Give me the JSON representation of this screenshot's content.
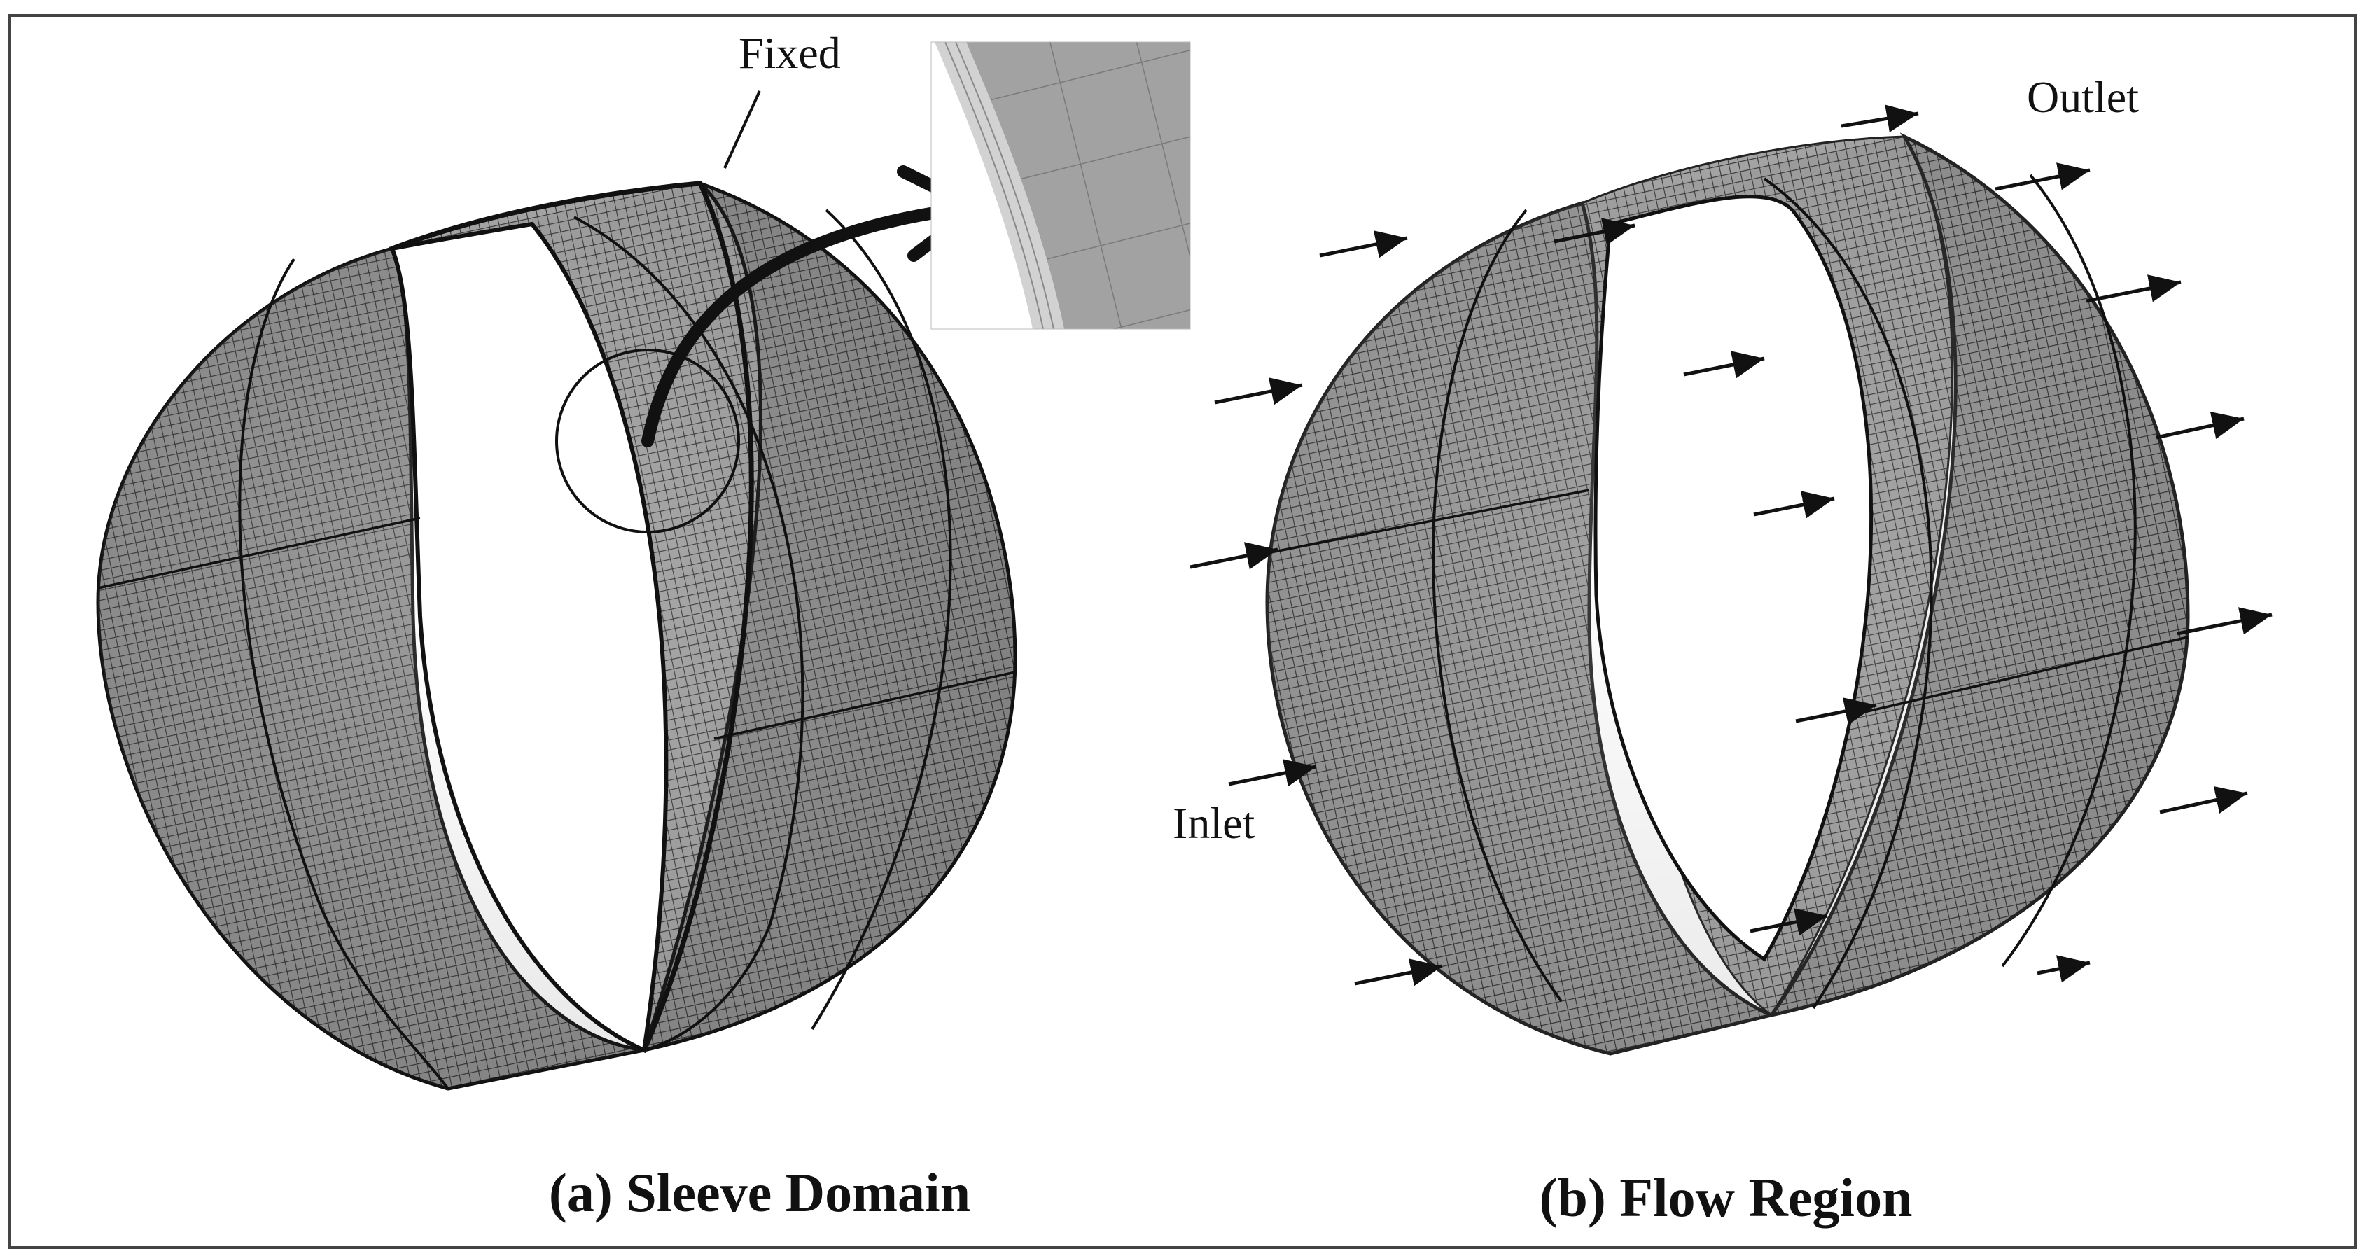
{
  "figure": {
    "panel_a": {
      "caption": "(a) Sleeve Domain",
      "label_fixed": "Fixed"
    },
    "panel_b": {
      "caption": "(b) Flow Region",
      "label_inlet": "Inlet",
      "label_outlet": "Outlet"
    },
    "colors": {
      "mesh_fill": "#8c8c8c",
      "mesh_lines": "#2a2a2a",
      "inset_fill": "#9a9a9a",
      "border": "#444444"
    }
  }
}
